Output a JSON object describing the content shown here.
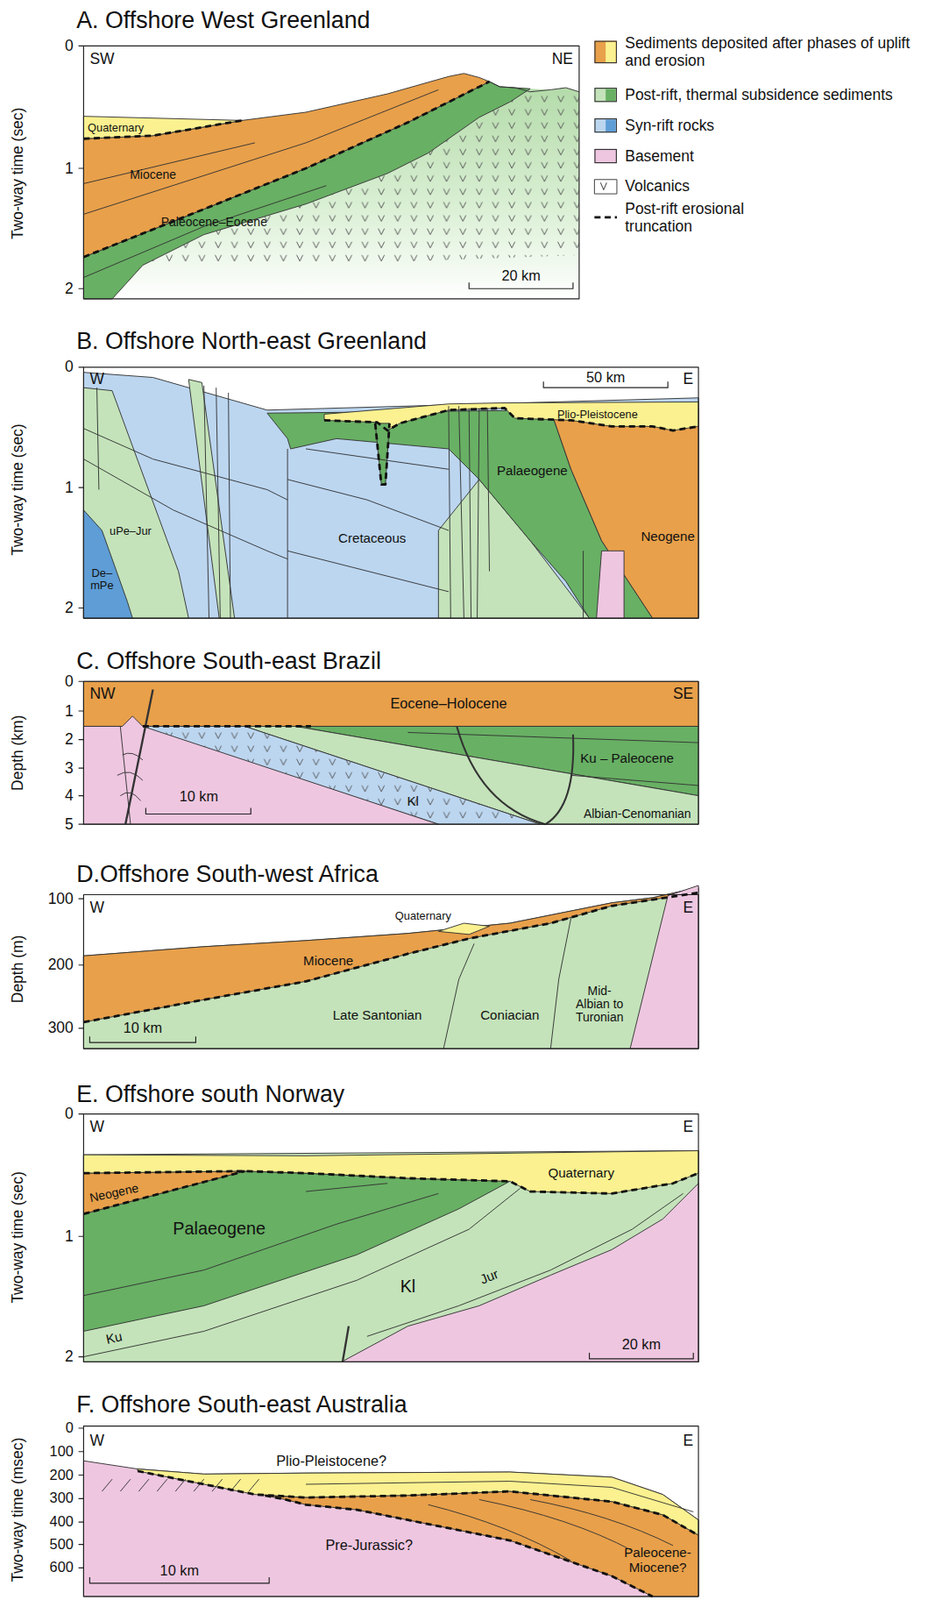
{
  "diagram": {
    "labels": [
      "A. Offshore West Greenland",
      "Two-way time (sec)",
      "0",
      "1",
      "2",
      "SW",
      "NE",
      "Quaternary",
      "Miocene",
      "Paleocene–Eocene",
      "20 km",
      "B. Offshore North-east Greenland",
      "Two-way time (sec)",
      "0",
      "1",
      "2",
      "W",
      "E",
      "50 km",
      "Plio-Pleistocene",
      "Palaeogene",
      "Cretaceous",
      "Neogene",
      "uPe–Jur",
      "De– mPe",
      "C. Offshore South-east Brazil",
      "Depth (km)",
      "0",
      "1",
      "2",
      "3",
      "4",
      "5",
      "NW",
      "SE",
      "Eocene–Holocene",
      "Ku – Paleocene",
      "Kl",
      "Albian-Cenomanian",
      "10 km",
      "D.Offshore South-west Africa",
      "Depth (m)",
      "100",
      "200",
      "300",
      "W",
      "E",
      "Quaternary",
      "Miocene",
      "Late Santonian",
      "Coniacian",
      "Mid-Albian to Turonian",
      "10 km",
      "E. Offshore south Norway",
      "Two-way time (sec)",
      "0",
      "1",
      "2",
      "W",
      "E",
      "Quaternary",
      "Neogene",
      "Palaeogene",
      "Kl",
      "Jur",
      "Ku",
      "20 km",
      "F. Offshore South-east Australia",
      "Two-way time (msec)",
      "0",
      "100",
      "200",
      "300",
      "400",
      "500",
      "600",
      "W",
      "E",
      "Plio-Pleistocene?",
      "Pre-Jurassic?",
      "Paleocene- Miocene?",
      "10 km"
    ],
    "legend": [
      {
        "text": "Sediments deposited after phases of uplift and erosion",
        "color": "#e8a04a"
      },
      {
        "text": "Post-rift, thermal subsidence sediments",
        "color": "#c4e3ba"
      },
      {
        "text": "Syn-rift rocks",
        "color": "#bcd6f0"
      },
      {
        "text": "Basement",
        "color": "#eec6e0"
      },
      {
        "text": "Volcanics"
      },
      {
        "text": "Post-rift erosional truncation"
      }
    ]
  }
}
